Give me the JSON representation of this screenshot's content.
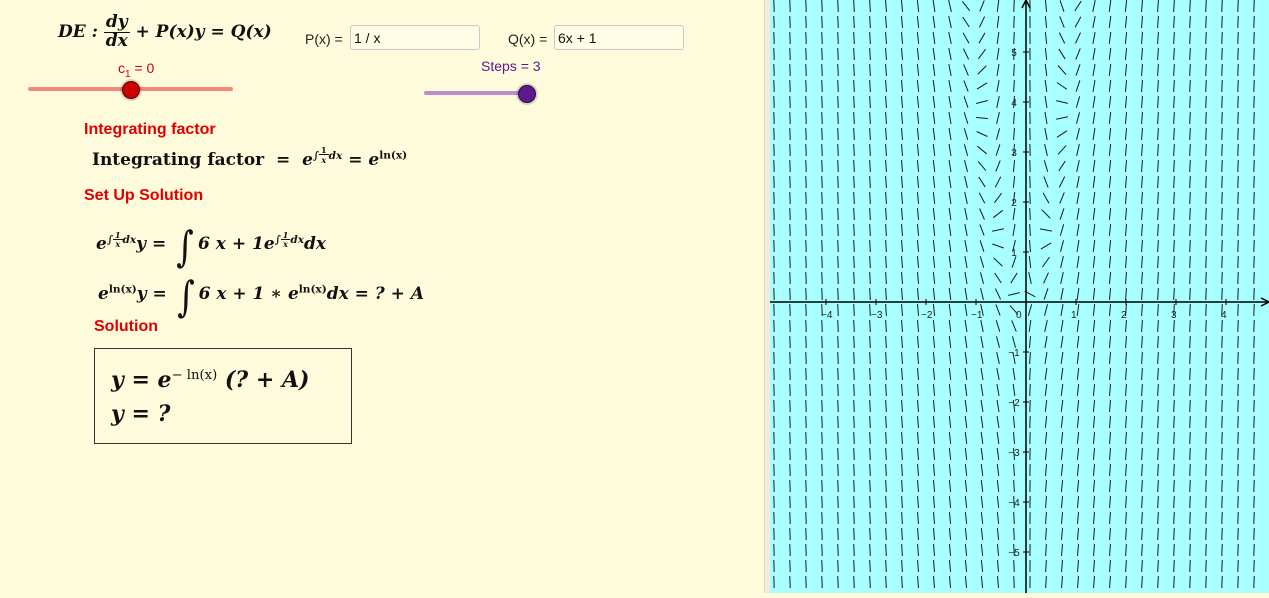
{
  "de_label": "DE :",
  "de_plus_p": "+ P(x)y = Q(x)",
  "de_dy": "dy",
  "de_dx": "dx",
  "p_label": "P(x) =",
  "p_value": "1 / x",
  "q_label": "Q(x) =",
  "q_value": "6x + 1",
  "c1_slider": {
    "label_c": "c",
    "label_sub": "1",
    "label_rest": " = 0",
    "value": 0,
    "color": "#cc0000",
    "track_color": "#f08a7a"
  },
  "steps_slider": {
    "label": "Steps = 3",
    "value": 3,
    "color": "#5c1a8c",
    "track_color": "#b98fd0"
  },
  "sections": {
    "integrating_factor": "Integrating factor",
    "set_up": "Set Up Solution",
    "solution": "Solution"
  },
  "math": {
    "if_text": "Integrating factor",
    "eq": "=",
    "e": "e",
    "int_sym": "∫",
    "one": "1",
    "x": "x",
    "dx": "dx",
    "ln_x": "ln(x)",
    "y_eq": "y =",
    "setup1_rhs": "6 x + 1e",
    "setup2_rhs": "6 x + 1 ∗ e",
    "setup2_tail": "dx = ? + A",
    "sol1_lhs": "y = e",
    "sol1_exp": "− ln(x)",
    "sol1_rhs": " (? + A)",
    "sol2": "y = ?"
  },
  "graph": {
    "x_ticks": [
      "−4",
      "−3",
      "−2",
      "−1",
      "0",
      "1",
      "2",
      "3",
      "4"
    ],
    "y_ticks": [
      "5",
      "4",
      "3",
      "2",
      "1",
      "−1",
      "−2",
      "−3",
      "−4",
      "−5"
    ],
    "background": "#a8ffff"
  }
}
